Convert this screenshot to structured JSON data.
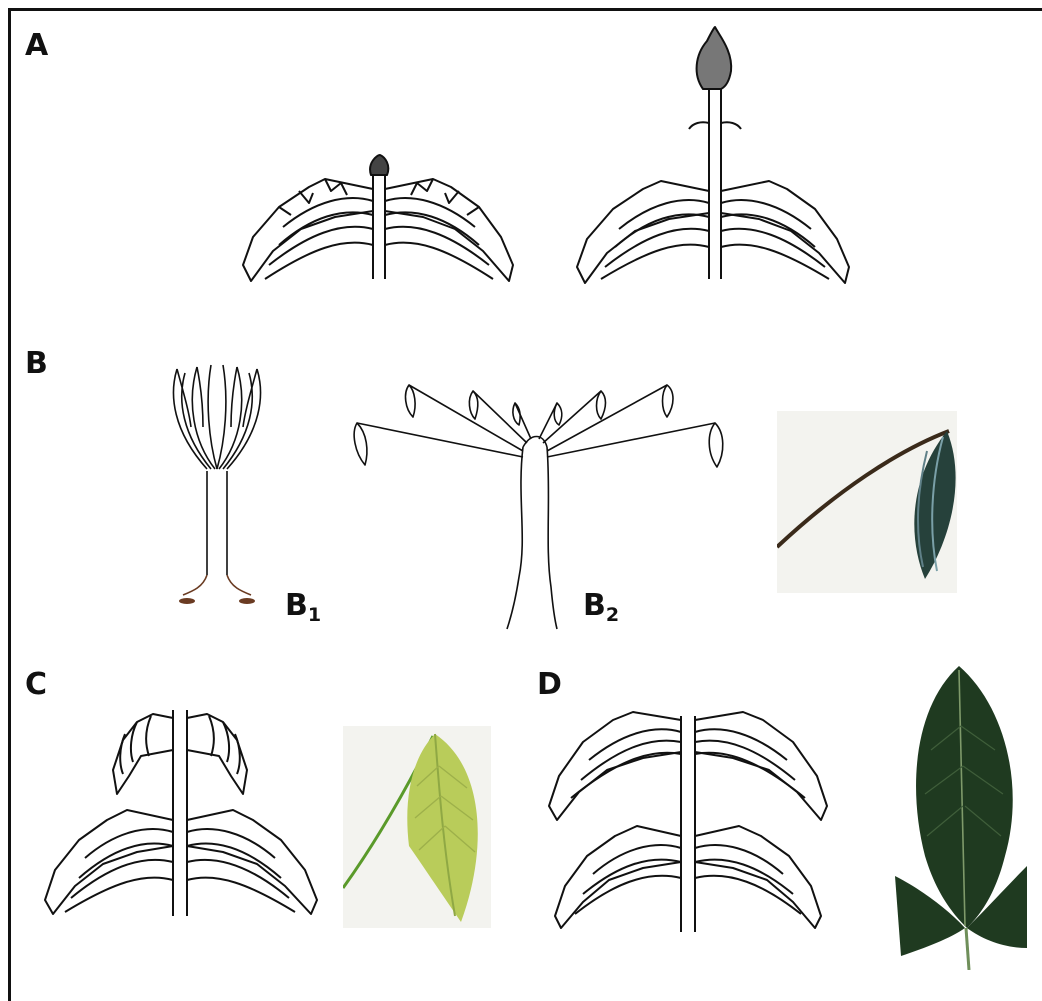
{
  "figure": {
    "panels": {
      "a": {
        "label": "A"
      },
      "b": {
        "label": "B",
        "sub1_main": "B",
        "sub1_sub": "1",
        "sub2_main": "B",
        "sub2_sub": "2"
      },
      "c": {
        "label": "C"
      },
      "d": {
        "label": "D"
      }
    },
    "colors": {
      "border": "#111111",
      "line": "#111111",
      "leaf_dark": "#1f3a20",
      "leaf_light": "#b9cc5a",
      "photo_bg": "#f3f3ef"
    },
    "icons": {
      "panel_a": [
        "bud-drawing",
        "elongated-shoot-drawing"
      ],
      "panel_b": [
        "folded-leaflet-drawing",
        "spread-leaflet-drawing",
        "drooping-leaf-photo"
      ],
      "panel_c": [
        "expanding-leaf-drawing",
        "young-leaf-photo"
      ],
      "panel_d": [
        "mature-leaf-drawing",
        "mature-leaf-photo"
      ]
    }
  }
}
